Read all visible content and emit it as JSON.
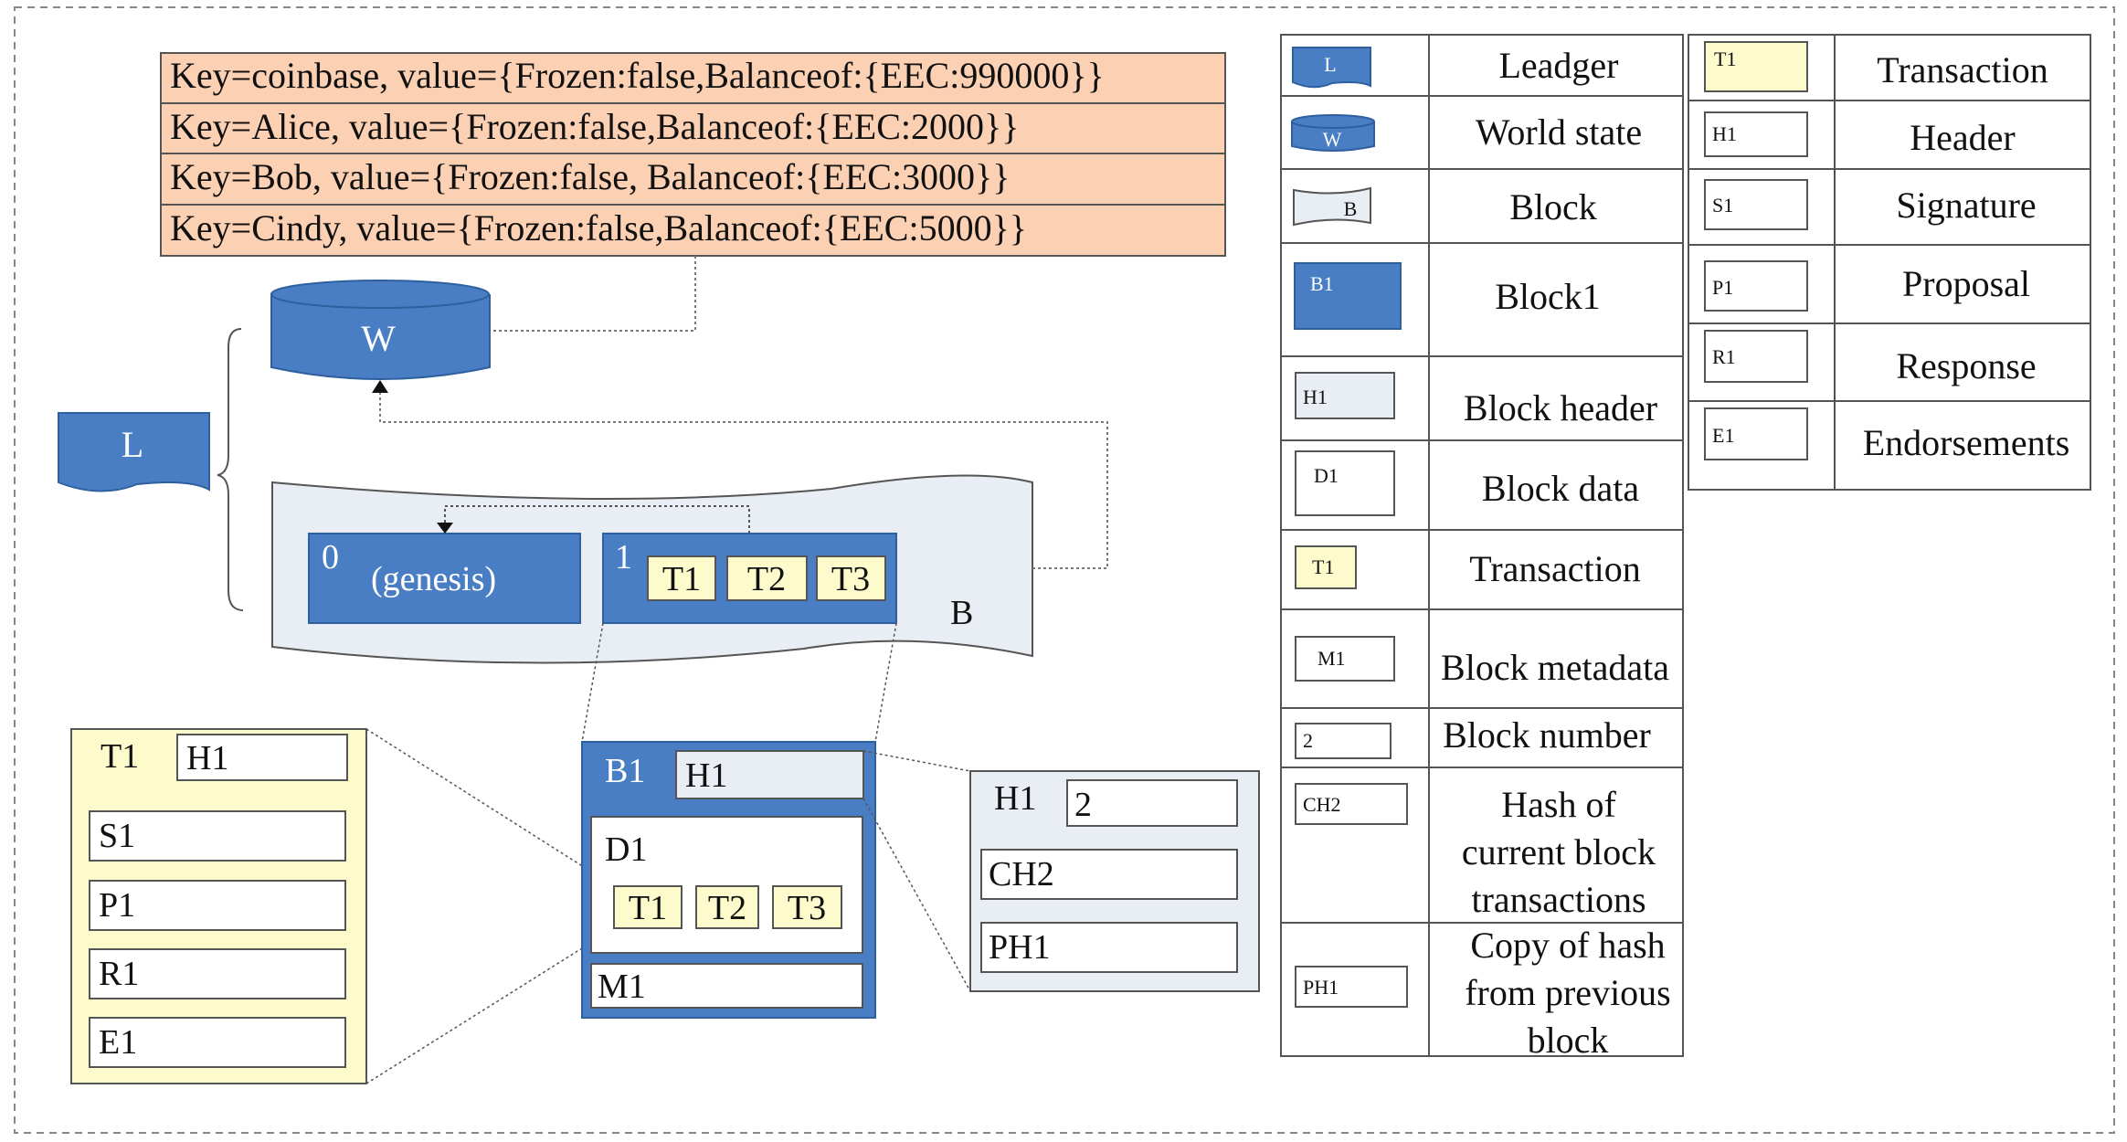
{
  "world_state_entries": [
    "Key=coinbase,  value={Frozen:false,Balanceof:{EEC:990000}}",
    "Key=Alice, value={Frozen:false,Balanceof:{EEC:2000}}",
    "Key=Bob, value={Frozen:false, Balanceof:{EEC:3000}}",
    "Key=Cindy, value={Frozen:false,Balanceof:{EEC:5000}}"
  ],
  "ledger": {
    "ledger_label": "L",
    "world_state_label": "W",
    "block_label": "B",
    "genesis_number": "0",
    "genesis_label": "(genesis)",
    "block1_number": "1",
    "transactions": [
      "T1",
      "T2",
      "T3"
    ]
  },
  "transaction_detail": {
    "title": "T1",
    "header": "H1",
    "fields": [
      "S1",
      "P1",
      "R1",
      "E1"
    ]
  },
  "block_detail": {
    "title": "B1",
    "header": "H1",
    "data_label": "D1",
    "transactions": [
      "T1",
      "T2",
      "T3"
    ],
    "metadata": "M1"
  },
  "header_detail": {
    "title": "H1",
    "number": "2",
    "current_hash": "CH2",
    "previous_hash": "PH1"
  },
  "legend_left": [
    {
      "symbol": "L",
      "label": "Leadger"
    },
    {
      "symbol": "W",
      "label": "World state"
    },
    {
      "symbol": "B",
      "label": "Block"
    },
    {
      "symbol": "B1",
      "label": "Block1"
    },
    {
      "symbol": "H1",
      "label": "Block header"
    },
    {
      "symbol": "D1",
      "label": "Block data"
    },
    {
      "symbol": "T1",
      "label": "Transaction"
    },
    {
      "symbol": "M1",
      "label": "Block metadata"
    },
    {
      "symbol": "2",
      "label": "Block number"
    },
    {
      "symbol": "CH2",
      "label": "Hash of current block transactions",
      "lines": [
        "Hash of",
        "current block",
        "transactions"
      ]
    },
    {
      "symbol": "PH1",
      "label": "Copy of hash from previous block",
      "lines": [
        "Copy of hash",
        "from previous",
        "block"
      ]
    }
  ],
  "legend_right": [
    {
      "symbol": "T1",
      "label": "Transaction"
    },
    {
      "symbol": "H1",
      "label": "Header"
    },
    {
      "symbol": "S1",
      "label": "Signature"
    },
    {
      "symbol": "P1",
      "label": "Proposal"
    },
    {
      "symbol": "R1",
      "label": "Response"
    },
    {
      "symbol": "E1",
      "label": "Endorsements"
    }
  ],
  "colors": {
    "blue": "#4a7ec4",
    "blue_border": "#2e5f9e",
    "salmon": "#fbd0b3",
    "light_yellow": "#fdfbcc",
    "light_gray": "#e9eef4",
    "border": "#555555"
  }
}
